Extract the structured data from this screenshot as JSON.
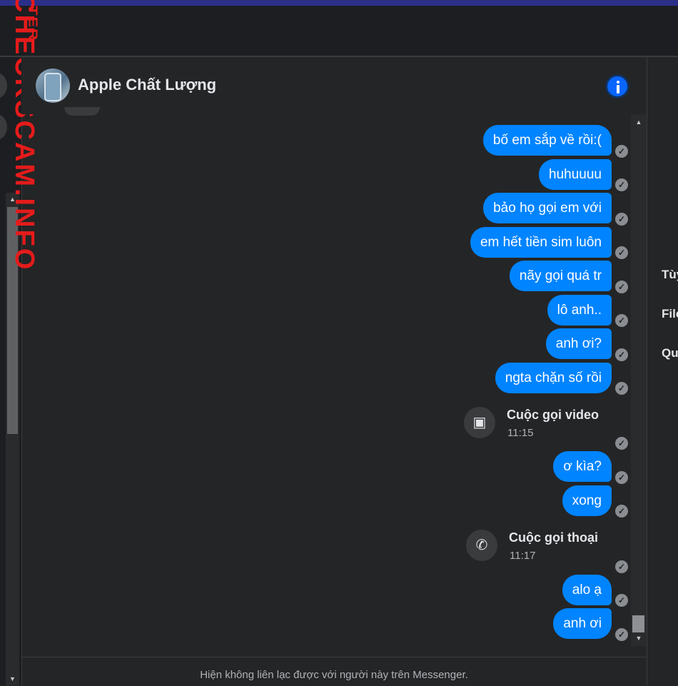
{
  "watermark": {
    "small": "TER",
    "big": "CHECKSCAM.INFO"
  },
  "header": {
    "contact_name": "Apple Chất Lượng",
    "info_icon": "info-icon"
  },
  "messages": [
    {
      "type": "text",
      "text": "bố em sắp về rồi:("
    },
    {
      "type": "text",
      "text": "huhuuuu"
    },
    {
      "type": "text",
      "text": "bảo họ gọi em với"
    },
    {
      "type": "text",
      "text": "em hết tiền sim luôn"
    },
    {
      "type": "text",
      "text": "nãy gọi quá tr"
    },
    {
      "type": "text",
      "text": "lô anh.."
    },
    {
      "type": "text",
      "text": "anh ơi?"
    },
    {
      "type": "text",
      "text": "ngta chặn số rồi"
    },
    {
      "type": "call",
      "title": "Cuộc gọi video",
      "time": "11:15",
      "icon": "missed-video-call-icon"
    },
    {
      "type": "text",
      "text": "ơ kìa?"
    },
    {
      "type": "text",
      "text": "xong"
    },
    {
      "type": "call",
      "title": "Cuộc gọi thoại",
      "time": "11:17",
      "icon": "missed-voice-call-icon"
    },
    {
      "type": "text",
      "text": "alo ạ"
    },
    {
      "type": "text",
      "text": "anh ơi"
    }
  ],
  "footer": {
    "notice": "Hiện không liên lạc được với người này trên Messenger."
  },
  "right_panel": {
    "items": [
      "Tùy",
      "File",
      "Qu"
    ]
  },
  "colors": {
    "bubble": "#0084ff",
    "background": "#242526",
    "accent": "#0866ff",
    "watermark": "#e51b1b"
  }
}
